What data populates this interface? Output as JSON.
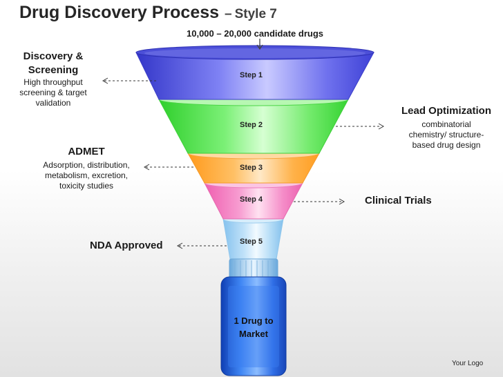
{
  "header": {
    "title": "Drug Discovery Process",
    "separator": "–",
    "style_label": "Style 7"
  },
  "top_label": "10,000 – 20,000 candidate drugs",
  "funnel": {
    "steps": [
      {
        "label": "Step 1",
        "color": "#5f62ea"
      },
      {
        "label": "Step 2",
        "color": "#6fe86a"
      },
      {
        "label": "Step 3",
        "color": "#ffb44f"
      },
      {
        "label": "Step 4",
        "color": "#f58ac6"
      },
      {
        "label": "Step 5",
        "color": "#a9d6f4"
      }
    ]
  },
  "annotations": {
    "discovery": {
      "title": "Discovery & Screening",
      "desc": "High throughput screening & target validation"
    },
    "lead": {
      "title": "Lead Optimization",
      "desc": "combinatorial chemistry/ structure-based drug design"
    },
    "admet": {
      "title": "ADMET",
      "desc": "Adsorption, distribution, metabolism, excretion, toxicity studies"
    },
    "clinical": {
      "title": "Clinical Trials"
    },
    "nda": {
      "title": "NDA Approved"
    }
  },
  "bottle": {
    "label_line1": "1 Drug to",
    "label_line2": "Market",
    "color": "#2c6ee8"
  },
  "logo": "Your Logo"
}
